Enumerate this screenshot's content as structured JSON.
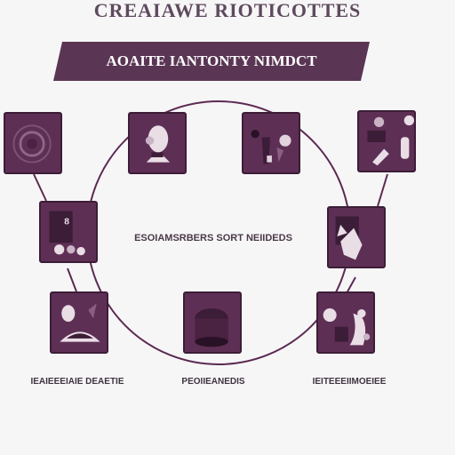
{
  "header": {
    "title": "CREAIAWE RIOTICOTTES",
    "banner": "AOAITE IANTONTY NIMDCT"
  },
  "center": {
    "label": "ESOIAMSRBERS SORT NEIIDEDS"
  },
  "captions": {
    "left": "IEAIEEEIAIE DEAETIE",
    "middle": "PEOIIEANEDIS",
    "right": "IEITEEEIIMOEIEE"
  },
  "colors": {
    "tile": "#5e2f55",
    "tile_border": "#3c1d37",
    "ring": "#5b2a51",
    "banner": "#5a3554",
    "accent": "#c9b3c5"
  },
  "icons": [
    "target-icon",
    "figure-icon",
    "tools-icon",
    "objects-icon",
    "chart-icon",
    "hands-icon",
    "scene-icon",
    "box-icon",
    "people-icon"
  ]
}
